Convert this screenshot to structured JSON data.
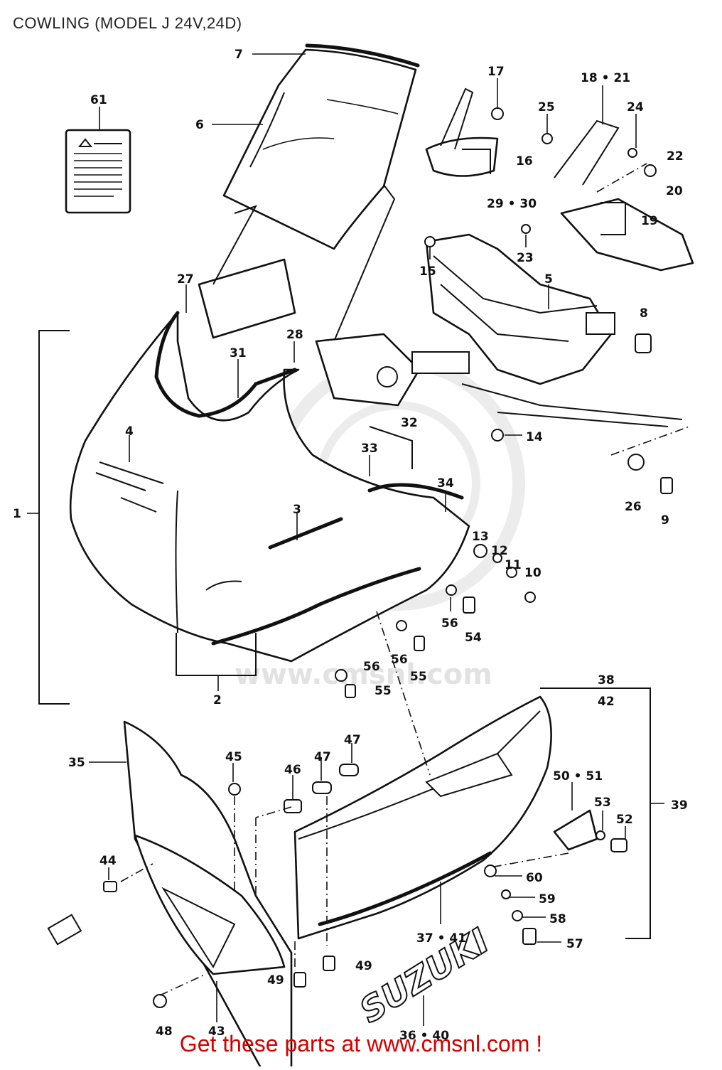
{
  "title": "COWLING (MODEL J 24V,24D)",
  "footer": "Get these parts at www.cmsnl.com !",
  "watermark": "www.cmsnl.com",
  "brand_decal": "SUZUKI",
  "colors": {
    "ink": "#111111",
    "footer": "#d40000",
    "watermark": "#e2e2e2"
  },
  "callouts": {
    "c1": "1",
    "c2": "2",
    "c3": "3",
    "c4": "4",
    "c5": "5",
    "c6": "6",
    "c7": "7",
    "c8": "8",
    "c9": "9",
    "c10": "10",
    "c11": "11",
    "c12": "12",
    "c13": "13",
    "c14": "14",
    "c15": "15",
    "c16": "16",
    "c17": "17",
    "c18_21": "18 • 21",
    "c19": "19",
    "c20": "20",
    "c22": "22",
    "c23": "23",
    "c24": "24",
    "c25": "25",
    "c26": "26",
    "c27": "27",
    "c28": "28",
    "c29_30": "29 • 30",
    "c31": "31",
    "c32": "32",
    "c33": "33",
    "c34": "34",
    "c35": "35",
    "c36_40": "36 • 40",
    "c37_41": "37 • 41",
    "c38": "38",
    "c39": "39",
    "c42": "42",
    "c43": "43",
    "c44": "44",
    "c45": "45",
    "c46": "46",
    "c47a": "47",
    "c47b": "47",
    "c48": "48",
    "c49a": "49",
    "c49b": "49",
    "c50_51": "50 • 51",
    "c52": "52",
    "c53": "53",
    "c54": "54",
    "c55a": "55",
    "c55b": "55",
    "c56a": "56",
    "c56b": "56",
    "c56c": "56",
    "c57": "57",
    "c58": "58",
    "c59": "59",
    "c60": "60",
    "c61": "61"
  }
}
